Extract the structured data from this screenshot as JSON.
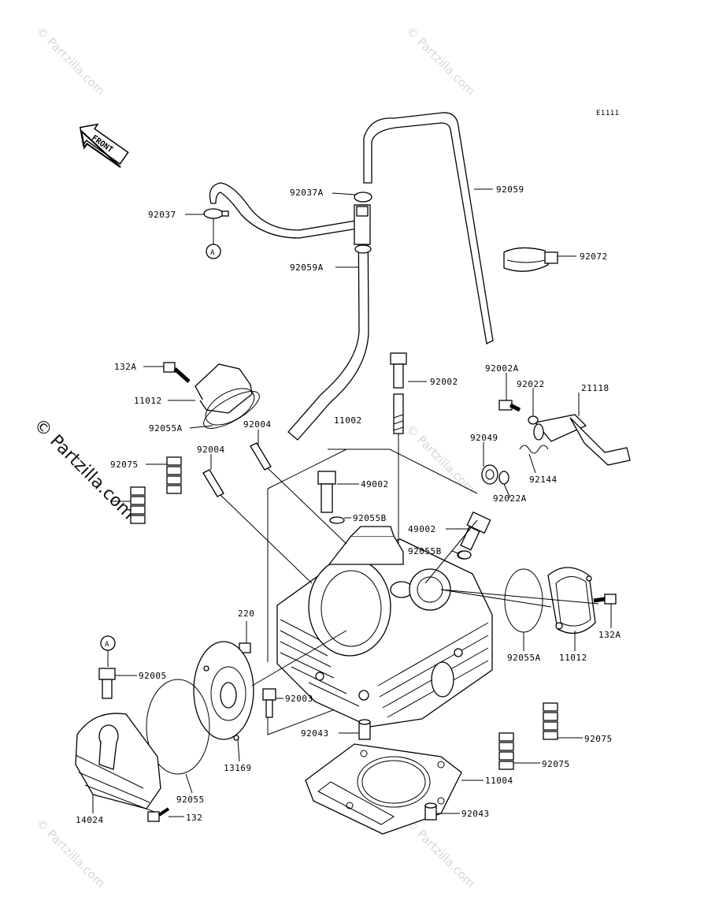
{
  "diagram": {
    "code": "E1111",
    "front_label": "FRONT",
    "watermark": "© Partzilla.com",
    "labels": {
      "l92059": "92059",
      "l92037A": "92037A",
      "l92037": "92037",
      "l92059A": "92059A",
      "l92072": "92072",
      "l132A_top": "132A",
      "l11012_top": "11012",
      "l92055A_top": "92055A",
      "l92004_a": "92004",
      "l92004_b": "92004",
      "l92075_top": "92075",
      "l11002": "11002",
      "l92002": "92002",
      "l92002A": "92002A",
      "l92022": "92022",
      "l21118": "21118",
      "l92049": "92049",
      "l92144": "92144",
      "l92022A": "92022A",
      "l49002_a": "49002",
      "l92055B_a": "92055B",
      "l49002_b": "49002",
      "l92055B_b": "92055B",
      "l132A_right": "132A",
      "l92055A_right": "92055A",
      "l11012_right": "11012",
      "l220": "220",
      "l92005": "92005",
      "l92003": "92003",
      "l92043_a": "92043",
      "l13169": "13169",
      "l92055": "92055",
      "l14024": "14024",
      "l132": "132",
      "l92075_right1": "92075",
      "l92075_right2": "92075",
      "l11004": "11004",
      "l92043_b": "92043",
      "refA_top": "A",
      "refA_bottom": "A"
    }
  }
}
